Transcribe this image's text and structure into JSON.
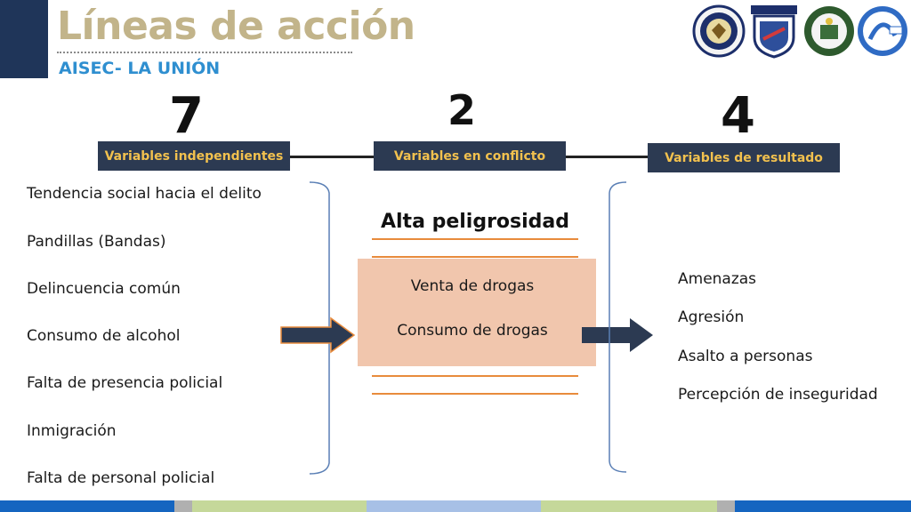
{
  "header": {
    "title": "Líneas de acción",
    "subtitle": "AISEC- LA UNIÓN",
    "logos": [
      "us-embassy-seal-icon",
      "fuerza-publica-shield-icon",
      "policia-nacional-emblem-icon",
      "aisec-logo-icon"
    ]
  },
  "counts": {
    "independent": "7",
    "conflict": "2",
    "result": "4"
  },
  "categories": {
    "independent": "Variables independientes",
    "conflict": "Variables en conflicto",
    "result": "Variables de resultado"
  },
  "independent_items": [
    "Tendencia social hacia el delito",
    "Pandillas (Bandas)",
    "Delincuencia común",
    "Consumo de alcohol",
    "Falta de presencia policial",
    "Inmigración",
    "Falta de personal policial"
  ],
  "conflict": {
    "heading": "Alta peligrosidad",
    "items": [
      "Venta de drogas",
      "Consumo de drogas"
    ]
  },
  "result_items": [
    "Amenazas",
    "Agresión",
    "Asalto a personas",
    "Percepción de inseguridad"
  ],
  "colors": {
    "navy": "#1f3559",
    "title_gold": "#c2b48a",
    "subtitle_blue": "#2f8fd0",
    "box_bg": "#2c3a52",
    "box_text": "#f2c14e",
    "orange": "#e88b3c",
    "peach": "#f1c6ad",
    "bracket": "#5a7fb5"
  }
}
